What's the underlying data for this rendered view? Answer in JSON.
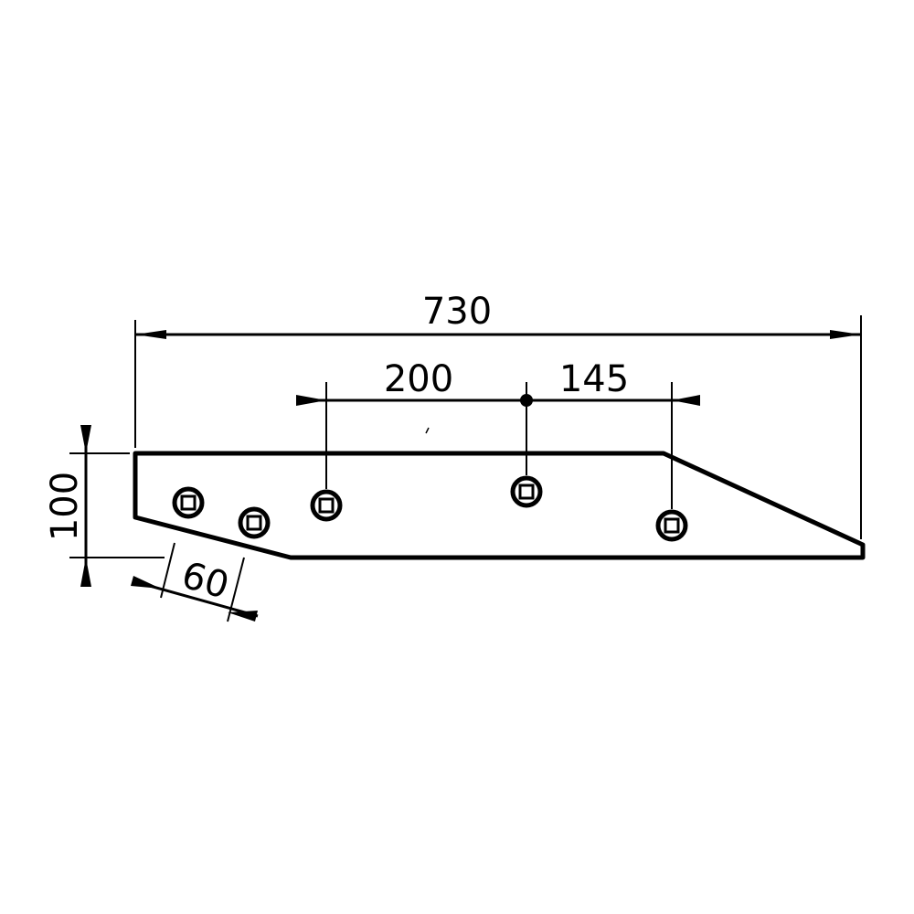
{
  "dimensions": {
    "overall_length": "730",
    "hole_spacing_1": "200",
    "hole_spacing_2": "145",
    "height": "100",
    "end_hole_spacing": "60"
  },
  "colors": {
    "ink": "#000000",
    "background": "#ffffff"
  }
}
